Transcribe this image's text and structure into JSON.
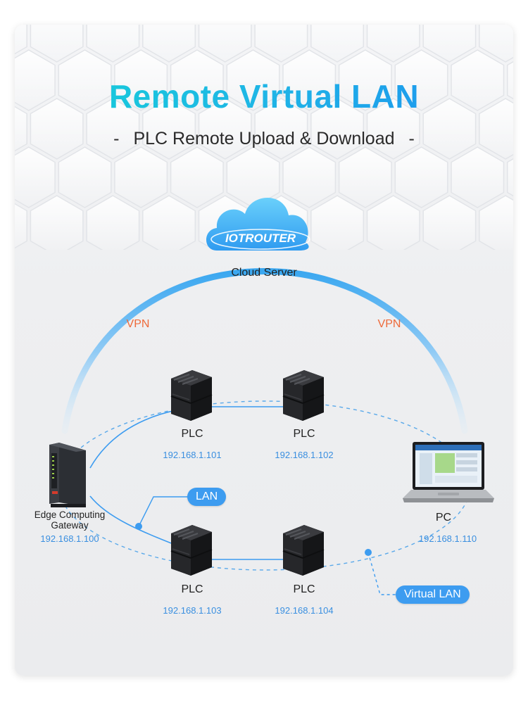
{
  "header": {
    "title": "Remote Virtual LAN",
    "subtitle": "PLC Remote Upload & Download",
    "dash": "-"
  },
  "cloud": {
    "logo_text": "IOTROUTER",
    "label": "Cloud Server"
  },
  "links": {
    "vpn_left": "VPN",
    "vpn_right": "VPN",
    "lan_pill": "LAN",
    "virtual_lan_pill": "Virtual LAN"
  },
  "gateway": {
    "name_line1": "Edge Computing",
    "name_line2": "Gateway",
    "ip": "192.168.1.100"
  },
  "plcs": [
    {
      "name": "PLC",
      "ip": "192.168.1.101"
    },
    {
      "name": "PLC",
      "ip": "192.168.1.102"
    },
    {
      "name": "PLC",
      "ip": "192.168.1.103"
    },
    {
      "name": "PLC",
      "ip": "192.168.1.104"
    }
  ],
  "pc": {
    "name": "PC",
    "ip": "192.168.1.110"
  },
  "colors": {
    "vpn_text": "#ee6a3a",
    "ip_text": "#3a8fe0",
    "accent_blue": "#3d9cf0",
    "title_gradient_start": "#14d3d6",
    "title_gradient_end": "#1e8ef0"
  }
}
